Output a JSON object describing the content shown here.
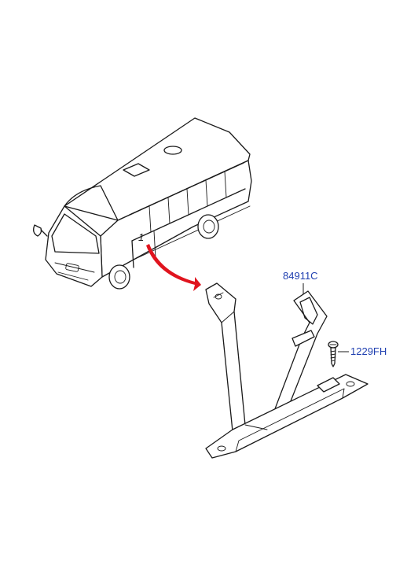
{
  "parts": [
    {
      "code": "84911C"
    },
    {
      "code": "1229FH"
    }
  ],
  "callout_marker": "1",
  "colors": {
    "line": "#1a1a1a",
    "label": "#1f3fb0",
    "arrow": "#e0141e",
    "background": "#ffffff"
  }
}
